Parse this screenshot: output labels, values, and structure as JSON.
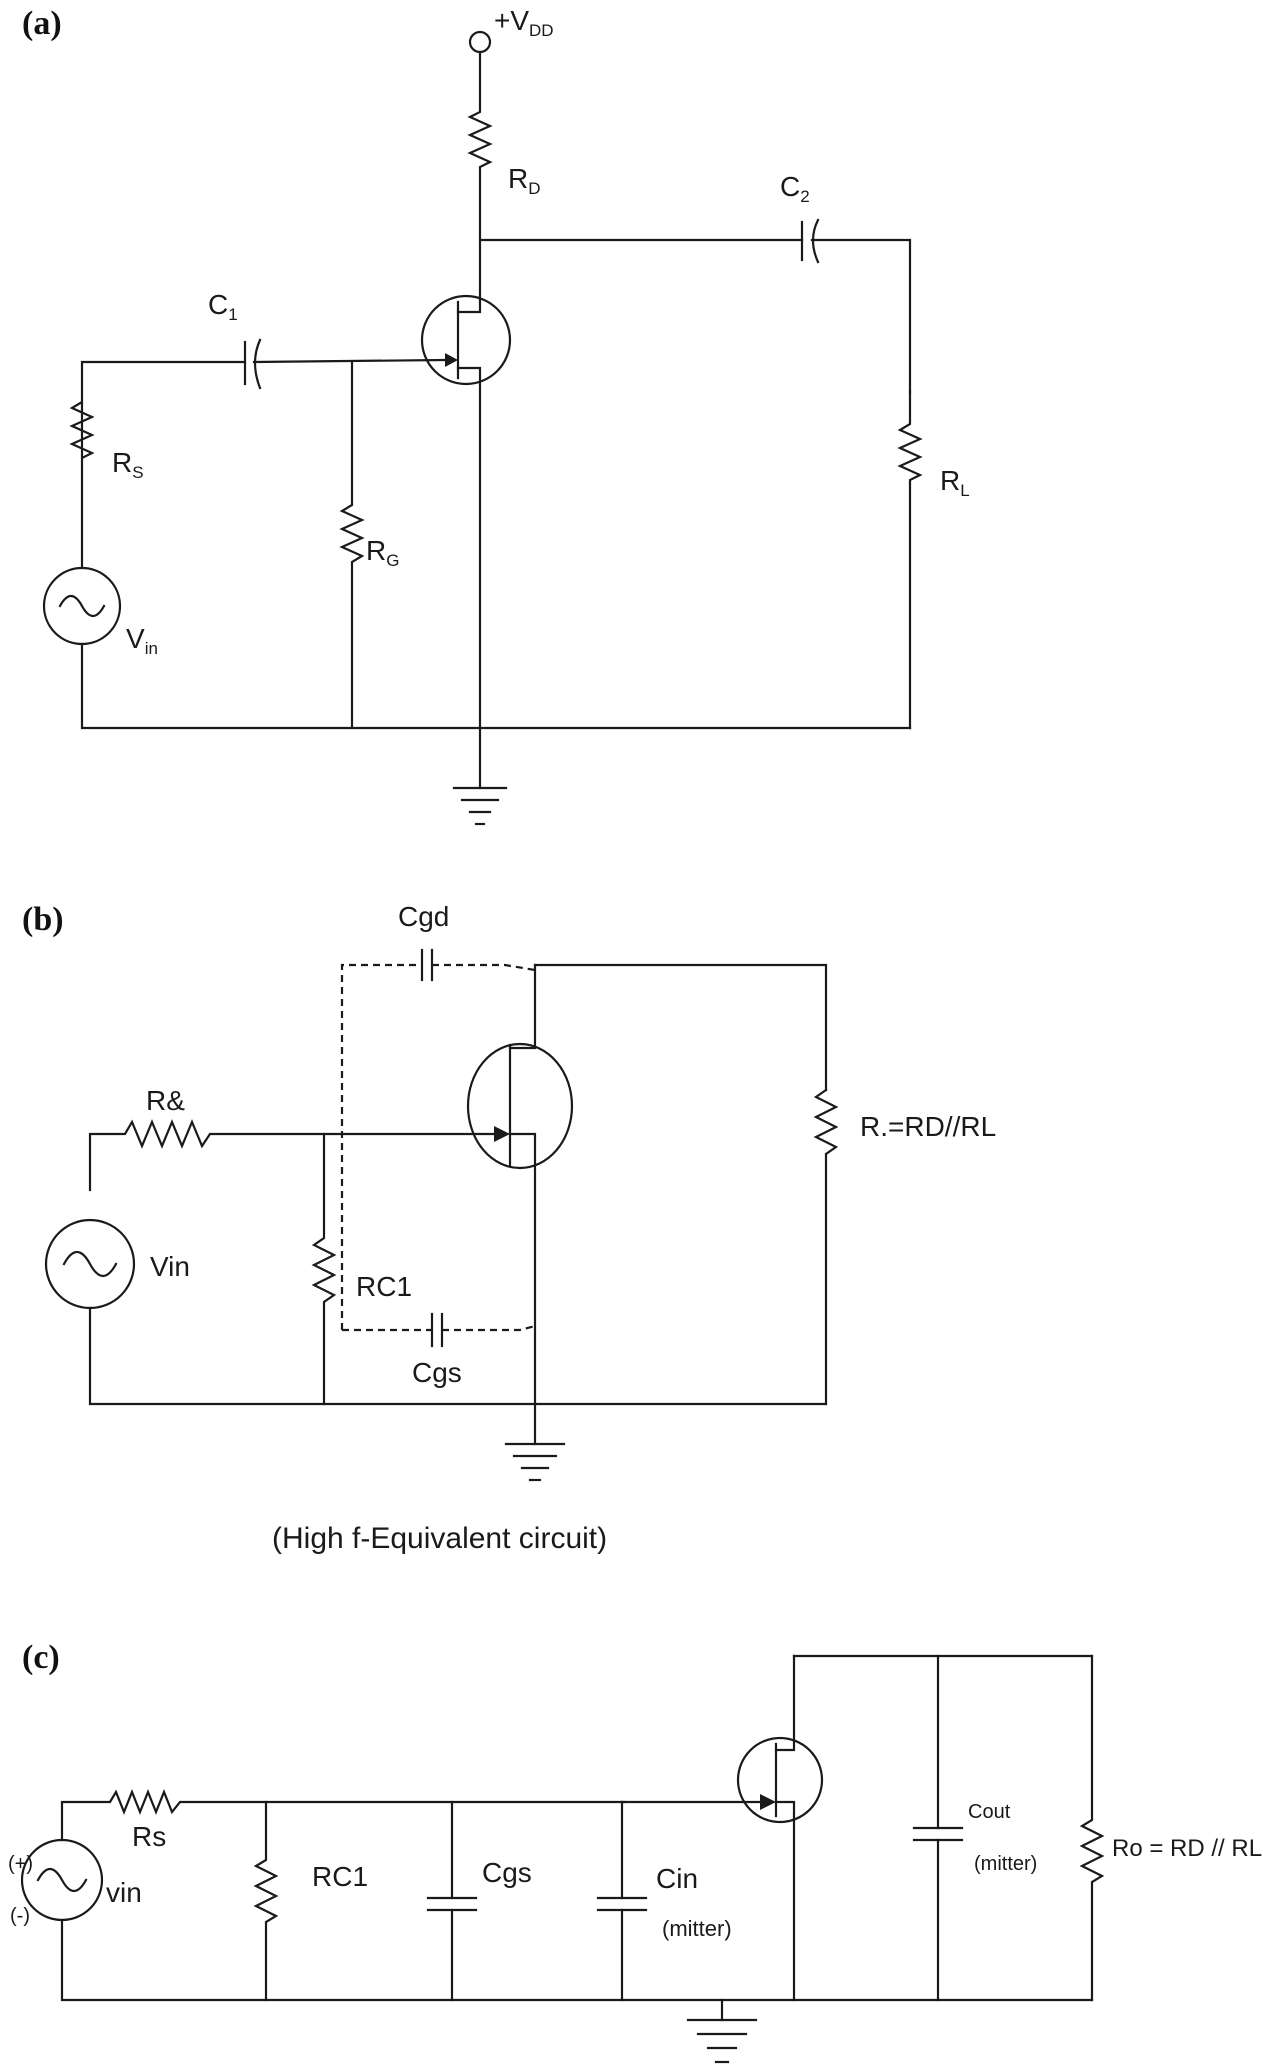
{
  "panels": {
    "a": {
      "tag": "(a)",
      "vdd": {
        "main": "+V",
        "sub": "DD"
      },
      "rd": {
        "main": "R",
        "sub": "D"
      },
      "c2": {
        "main": "C",
        "sub": "2"
      },
      "c1": {
        "main": "C",
        "sub": "1"
      },
      "rs": {
        "main": "R",
        "sub": "S"
      },
      "rg": {
        "main": "R",
        "sub": "G"
      },
      "rl": {
        "main": "R",
        "sub": "L"
      },
      "vin": {
        "main": "V",
        "sub": "in"
      }
    },
    "b": {
      "tag": "(b)",
      "cgd": "Cgd",
      "rs": "R&",
      "vin": "Vin",
      "rc1": "RC1",
      "cgs": "Cgs",
      "rload": "R.=RD//RL",
      "caption": "(High f-Equivalent circuit)"
    },
    "c": {
      "tag": "(c)",
      "rs": "Rs",
      "plus": "(+)",
      "minus": "(-)",
      "vin": "vin",
      "rc1": "RC1",
      "cgs": "Cgs",
      "cin": "Cin",
      "cin_note": "(mitter)",
      "cout": "Cout",
      "cout_note": "(mitter)",
      "ro": "Ro = RD // RL"
    }
  }
}
